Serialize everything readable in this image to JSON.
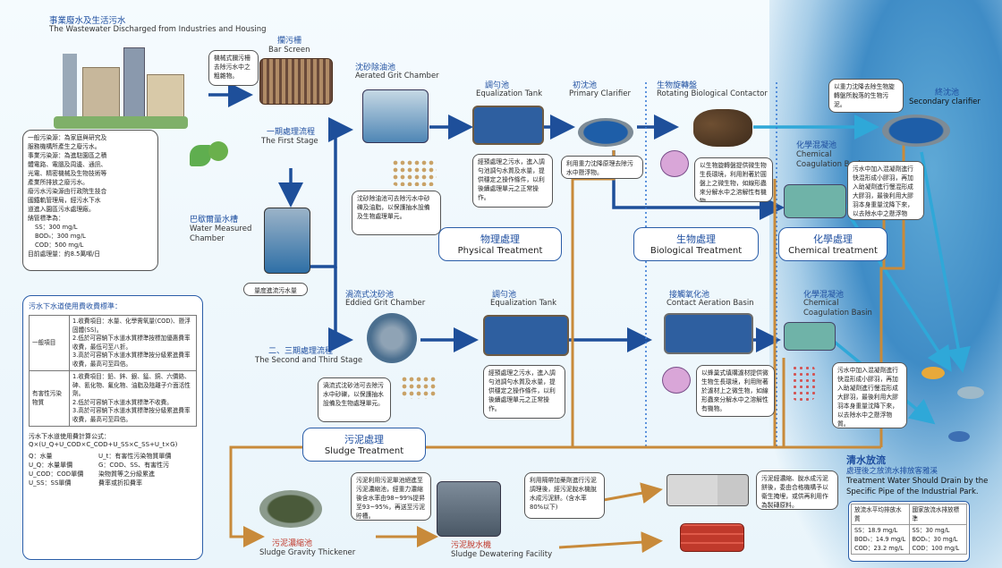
{
  "source": {
    "title_cn": "事業廢水及生活污水",
    "title_en": "The Wastewater Discharged from Industries and Housing",
    "desc_1": "一般污染源：為家庭與研究及",
    "desc_2": "服務機構所產生之廢污水。",
    "desc_3": "事業污染源：為進駐園區之積",
    "desc_4": "體電路、電腦及周邊、通訊、",
    "desc_5": "光電、精密機械及生物技術等",
    "desc_6": "產業所排放之廢污水。",
    "desc_7": "廢污水污染源由行政院生技合",
    "desc_8": "國鐵軌管理局，經污水下水",
    "desc_9": "道進入園區污水處理廠。",
    "standard_title": "納管標準為：",
    "ss": "SS：300 mg/L",
    "bod": "BOD₅：300 mg/L",
    "cod": "COD：500 mg/L",
    "volume": "目前處理量：約8.5萬噸/日"
  },
  "bar_screen": {
    "cn": "攔污柵",
    "en": "Bar Screen",
    "note": "機械式攔污柵去除污水中之粗雜物。"
  },
  "first_stage": {
    "cn": "一期處理流程",
    "en": "The First Stage"
  },
  "measure": {
    "cn": "巴歇爾量水槽",
    "en_1": "Water Measured",
    "en_2": "Chamber",
    "note": "量度進流污水量"
  },
  "aerated_grit": {
    "cn": "沈砂除油池",
    "en": "Aerated Grit Chamber",
    "note": "沈砂除油池可去除污水中砂礫及油脂，以保護抽水設備及生物處理單元。"
  },
  "equalization_1": {
    "cn": "調勻池",
    "en": "Equalization Tank",
    "note": "經預處理之污水，進入調勻池調勻水質及水量，提供穩定之操作條件，以利後續處理單元之正常操作。"
  },
  "primary_clarifier": {
    "cn": "初沈池",
    "en": "Primary Clarifier",
    "note": "利用重力沈降原理去除污水中懸浮物。"
  },
  "rbc": {
    "cn": "生物旋轉盤",
    "en": "Rotating Biological Contactor",
    "note": "以生物旋轉盤提供微生物生長環境，利用附著於圓盤上之微生物，如線形蟲來分解水中之溶解性有機物。"
  },
  "secondary_clarifier": {
    "cn": "終沈池",
    "en": "Secondary clarifier",
    "note": "以重力沈降去除生物旋轉盤所脫落的生物污泥。"
  },
  "chem_coag_1": {
    "cn": "化學混凝池",
    "en_1": "Chemical",
    "en_2": "Coagulation Basin",
    "note": "污水中加入混凝劑進行快混形成小膠羽，再加入助凝劑進行慢混形成大膠羽，最後利用大膠羽本身重量沈降下來，以去除水中之懸浮物質。"
  },
  "stages": {
    "physical_cn": "物理處理",
    "physical_en": "Physical Treatment",
    "biological_cn": "生物處理",
    "biological_en": "Biological Treatment",
    "chemical_cn": "化學處理",
    "chemical_en": "Chemical treatment",
    "sludge_cn": "污泥處理",
    "sludge_en": "Sludge Treatment"
  },
  "eddied_grit": {
    "cn": "渦流式沈砂池",
    "en": "Eddied Grit Chamber",
    "note": "渦流式沈砂池可去除污水中砂礫，以保護抽水設備及生物處理單元。"
  },
  "second_third_stage": {
    "cn": "二、三期處理流程",
    "en": "The Second and Third Stage"
  },
  "equalization_2": {
    "cn": "調勻池",
    "en": "Equalization Tank",
    "note": "經預處理之污水，進入調勻池調勻水質及水量，提供穩定之操作條件，以利後續處理單元之正常操作。"
  },
  "contact_aeration": {
    "cn": "接觸氧化池",
    "en": "Contact Aeration Basin",
    "note": "以蜂巢式填購濾材提供微生物生長環境，利用附著於濾材上之微生物，如線形蟲來分解水中之溶解性有機物。"
  },
  "chem_coag_2": {
    "cn": "化學混凝池",
    "en_1": "Chemical",
    "en_2": "Coagulation Basin",
    "note": "污水中加入混凝劑進行快混形成小膠羽，再加入助凝劑進行慢混形成大膠羽，最後利用大膠羽本身重量沈降下來，以去除水中之懸浮物質。"
  },
  "fee": {
    "title": "污水下水道使用費收費標準：",
    "general_label": "一般項目",
    "general_1": "1.收費項目：水量、化學需氧量(COD)、懸浮固體(SS)。",
    "general_2": "2.低於可容納下水道水質標準按標加優惠費率收費，最低可至八折。",
    "general_3": "3.高於可容納下水道水質標準按分級累進費率收費，最高可至四倍。",
    "toxic_label": "有害性污染物質",
    "toxic_1": "1.收費項目：鉛、鋅、銀、錳、銅、六價鉻、砷、氰化物、氟化物、油脂及陰離子介面活性劑。",
    "toxic_2": "2.低於可容納下水道水質標準不收費。",
    "toxic_3": "3.高於可容納下水道水質標準按分級累進費率收費，最高可至四倍。",
    "formula_title": "污水下水道使用費計算公式：",
    "formula": "Q×(U_Q+U_COD×C_COD+U_SS×C_SS+U_t×G)",
    "q": "Q：水量",
    "uq": "U_Q：水量單價",
    "ucod": "U_COD：COD單價",
    "uss": "U_SS：SS單價",
    "ut": "U_t：有害性污染物質單價",
    "g": "G：COD、SS、有害性污",
    "g_2": "染物質等之分級累進",
    "g_3": "費率或折扣費率"
  },
  "thickener": {
    "cn": "污泥濃縮池",
    "en": "Sludge Gravity Thickener",
    "note": "污泥利用污泥單池絕進至污泥濃縮池，經重力濃縮後含水率由98~99%提昇至93~95%，再送至污泥貯槽。"
  },
  "dewatering": {
    "cn": "污泥脫水機",
    "en": "Sludge Dewatering Facility",
    "note": "利用隔帶加藥劑進行污泥調理後，經污泥脫水機脫水成污泥餅。(含水率80%以下)"
  },
  "disposal": {
    "cn": "",
    "note": "污泥經濃縮、脫水成污泥餅後，委由合格機構予以衛生掩埋，或供再利用作為製磚原料。"
  },
  "discharge": {
    "title": "清水放流",
    "cn": "處理後之放流水排放客雅溪",
    "en_1": "Treatment Water Should Drain by the",
    "en_2": "Specific Pipe of the Industrial Park.",
    "col1_title": "放流水平均排放水質",
    "col2_title": "國家放流水排放標準",
    "col1_ss": "SS：18.9 mg/L",
    "col1_bod": "BOD₅：14.9 mg/L",
    "col1_cod": "COD：23.2 mg/L",
    "col2_ss": "SS：30 mg/L",
    "col2_bod": "BOD₅：30 mg/L",
    "col2_cod": "COD：100 mg/L"
  }
}
